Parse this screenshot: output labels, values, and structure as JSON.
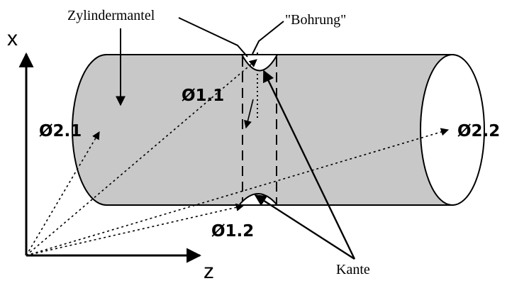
{
  "labels": {
    "axis_x": "x",
    "axis_z": "z",
    "zylindermantel": "Zylindermantel",
    "bohrung": "\"Bohrung\"",
    "kante": "Kante",
    "point_1_1": "Ø1.1",
    "point_1_2": "Ø1.2",
    "point_2_1": "Ø2.1",
    "point_2_2": "Ø2.2"
  },
  "colors": {
    "cylinder_fill": "#c8c8c8",
    "line": "#000000",
    "background": "#ffffff"
  }
}
